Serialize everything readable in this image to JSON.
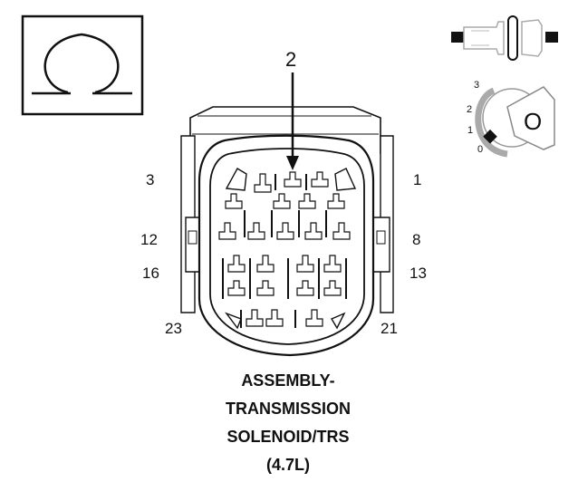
{
  "meter_symbol": {
    "icon": "ohm-symbol-icon",
    "description_glyph": "Ω"
  },
  "ignition_indicator": {
    "connector_icon": "disconnected-connector-icon",
    "key_icon": "ignition-key-icon",
    "positions": [
      "3",
      "2",
      "1",
      "0"
    ],
    "key_label": "O"
  },
  "connector": {
    "callout_label": "2",
    "pin_labels": {
      "top_left": "3",
      "top_right": "1",
      "mid_left": "12",
      "mid_right": "8",
      "lower_left": "16",
      "lower_right": "13",
      "bottom_left": "23",
      "bottom_right": "21"
    }
  },
  "caption": {
    "line1": "ASSEMBLY-",
    "line2": "TRANSMISSION",
    "line3": "SOLENOID/TRS",
    "line4": "(4.7L)"
  }
}
